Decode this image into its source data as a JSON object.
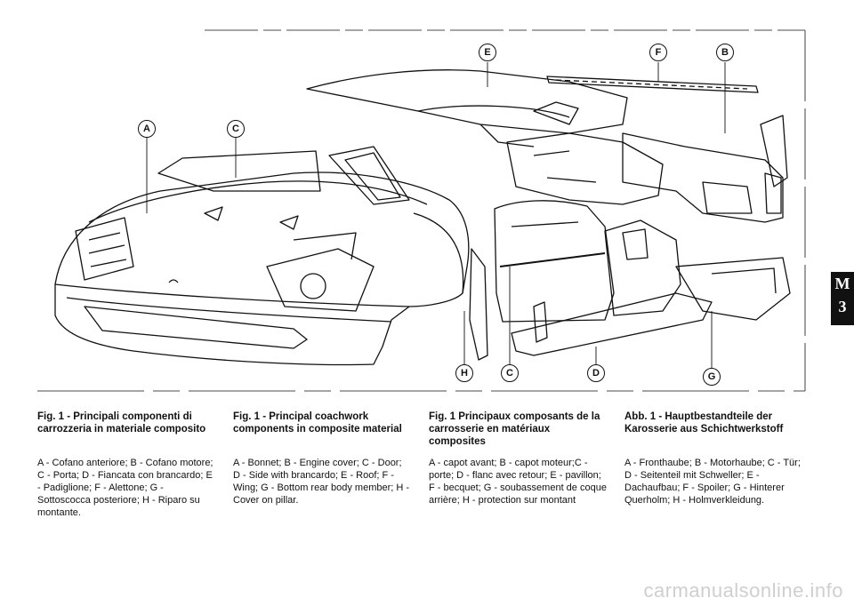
{
  "callouts": {
    "A": "A",
    "B": "B",
    "C": "C",
    "D": "D",
    "E": "E",
    "F": "F",
    "G": "G",
    "H": "H"
  },
  "captions": {
    "it": {
      "title": "Fig. 1 - Principali componenti di carrozzeria in materiale composito",
      "desc": "A - Cofano anteriore; B - Cofano motore; C - Porta; D - Fiancata con brancardo; E - Padiglione; F - Alettone; G - Sottoscocca posteriore; H - Riparo su montante."
    },
    "en": {
      "title": "Fig. 1 - Principal coachwork components in composite material",
      "desc": "A - Bonnet; B - Engine cover; C - Door; D - Side with brancardo; E - Roof; F - Wing; G - Bottom rear body member; H - Cover on pillar."
    },
    "fr": {
      "title": "Fig. 1 Principaux composants de la carrosserie en matériaux composites",
      "desc": "A - capot avant; B - capot moteur;C - porte; D - flanc avec retour; E - pavillon; F - becquet; G - soubassement de coque arrière; H - protection sur montant"
    },
    "de": {
      "title": "Abb. 1 - Hauptbestandteile der Karosserie aus Schichtwerkstoff",
      "desc": "A - Fronthaube; B - Motorhaube; C - Tür; D - Seitenteil mit Schweller; E - Dachaufbau; F - Spoiler; G - Hinterer Querholm; H - Holmverkleidung."
    }
  },
  "section_tab": {
    "letter": "M",
    "number": "3"
  },
  "watermark": "carmanualsonline.info"
}
